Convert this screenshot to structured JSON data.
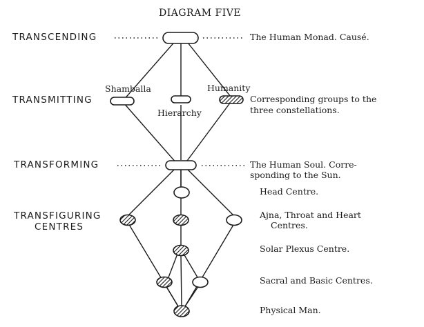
{
  "title": "DIAGRAM FIVE",
  "levels": {
    "transcending": "TRANSCENDING",
    "transmitting": "TRANSMITTING",
    "transforming": "TRANSFORMING",
    "transfiguring_1": "TRANSFIGURING",
    "transfiguring_2": "CENTRES"
  },
  "node_labels": {
    "shamballa": "Shamballa",
    "hierarchy": "Hierarchy",
    "humanity": "Humanity"
  },
  "descriptions": {
    "monad": "The Human Monad. Causé.",
    "groups_1": "Corresponding groups to the",
    "groups_2": "three constellations.",
    "soul_1": "The Human Soul. Corre-",
    "soul_2": "sponding to the Sun.",
    "head": "Head Centre.",
    "ajna_1": "Ajna, Throat and Heart",
    "ajna_2": "Centres.",
    "solar": "Solar Plexus Centre.",
    "sacral": "Sacral and Basic Centres.",
    "physical": "Physical Man."
  },
  "colors": {
    "ink": "#1a1a1a",
    "paper": "#ffffff"
  }
}
